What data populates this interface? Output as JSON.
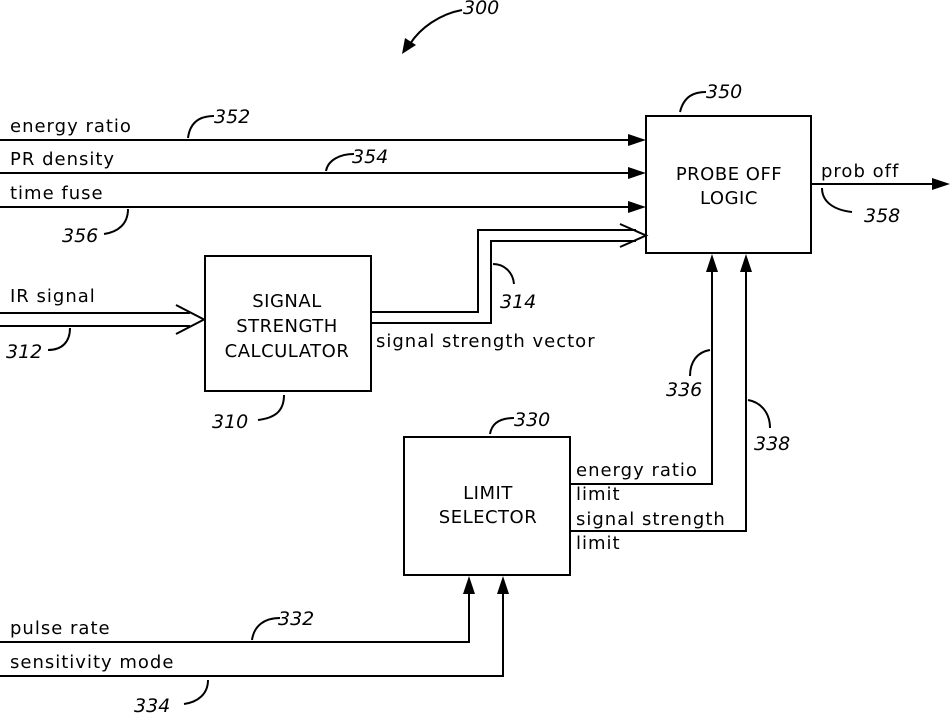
{
  "figure_ref": "300",
  "blocks": {
    "probe_off_logic": {
      "ref": "350",
      "line1": "PROBE OFF",
      "line2": "LOGIC"
    },
    "signal_strength_calculator": {
      "ref": "310",
      "line1": "SIGNAL",
      "line2": "STRENGTH",
      "line3": "CALCULATOR"
    },
    "limit_selector": {
      "ref": "330",
      "line1": "LIMIT",
      "line2": "SELECTOR"
    }
  },
  "signals": {
    "energy_ratio": {
      "label": "energy ratio",
      "ref": "352"
    },
    "pr_density": {
      "label": "PR density",
      "ref": "354"
    },
    "time_fuse": {
      "label": "time fuse",
      "ref": "356"
    },
    "ir_signal": {
      "label": "IR signal",
      "ref": "312"
    },
    "signal_strength_vector": {
      "label": "signal strength vector",
      "ref": "314"
    },
    "prob_off": {
      "label": "prob off",
      "ref": "358"
    },
    "energy_ratio_limit": {
      "label1": "energy ratio",
      "label2": "limit",
      "ref": "336"
    },
    "signal_strength_limit": {
      "label1": "signal strength",
      "label2": "limit",
      "ref": "338"
    },
    "pulse_rate": {
      "label": "pulse rate",
      "ref": "332"
    },
    "sensitivity_mode": {
      "label": "sensitivity mode",
      "ref": "334"
    }
  }
}
